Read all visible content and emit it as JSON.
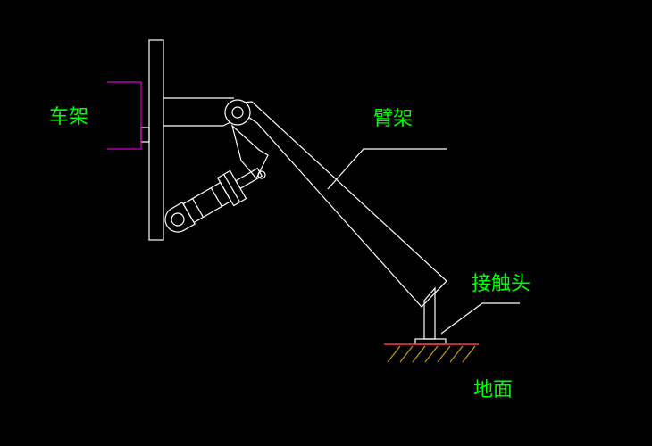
{
  "labels": {
    "frame": "车架",
    "arm": "臂架",
    "contact_head": "接触头",
    "ground": "地面"
  },
  "colors": {
    "background": "#000000",
    "drawing": "#ffffff",
    "label": "#00ff00",
    "frame_bracket": "#cc00cc",
    "ground_line": "#ff3b3b",
    "hatch": "#c8a000"
  }
}
